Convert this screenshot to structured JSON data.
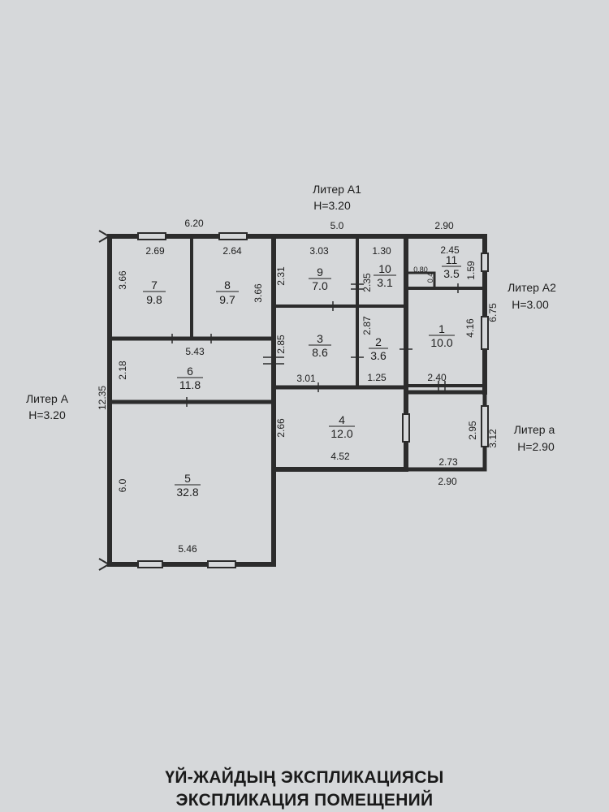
{
  "colors": {
    "paper": "#d6d8da",
    "wall": "#2c2c2c",
    "ink": "#1e1e1e"
  },
  "liters": [
    {
      "name": "Литер А1",
      "height": "H=3.20"
    },
    {
      "name": "Литер А2",
      "height": "H=3.00"
    },
    {
      "name": "Литер А",
      "height": "H=3.20"
    },
    {
      "name": "Литер а",
      "height": "H=2.90"
    }
  ],
  "rooms": [
    {
      "no": "1",
      "area": "10.0"
    },
    {
      "no": "2",
      "area": "3.6"
    },
    {
      "no": "3",
      "area": "8.6"
    },
    {
      "no": "4",
      "area": "12.0"
    },
    {
      "no": "5",
      "area": "32.8"
    },
    {
      "no": "6",
      "area": "11.8"
    },
    {
      "no": "7",
      "area": "9.8"
    },
    {
      "no": "8",
      "area": "9.7"
    },
    {
      "no": "9",
      "area": "7.0"
    },
    {
      "no": "10",
      "area": "3.1"
    },
    {
      "no": "11",
      "area": "3.5"
    }
  ],
  "dimensions": [
    "6.20",
    "5.0",
    "2.90",
    "2.69",
    "2.64",
    "3.03",
    "1.30",
    "2.45",
    "0.80",
    "0.4",
    "1.59",
    "3.66",
    "3.66",
    "2.31",
    "2.35",
    "6.75",
    "4.16",
    "5.43",
    "2.85",
    "2.87",
    "2.18",
    "3.01",
    "1.25",
    "2.40",
    "12.35",
    "2.66",
    "4.52",
    "2.95",
    "3.12",
    "6.0",
    "2.73",
    "2.90",
    "5.46"
  ],
  "title": {
    "kazakh": "ҮЙ-ЖАЙДЫҢ ЭКСПЛИКАЦИЯСЫ",
    "russian": "ЭКСПЛИКАЦИЯ ПОМЕЩЕНИЙ"
  }
}
